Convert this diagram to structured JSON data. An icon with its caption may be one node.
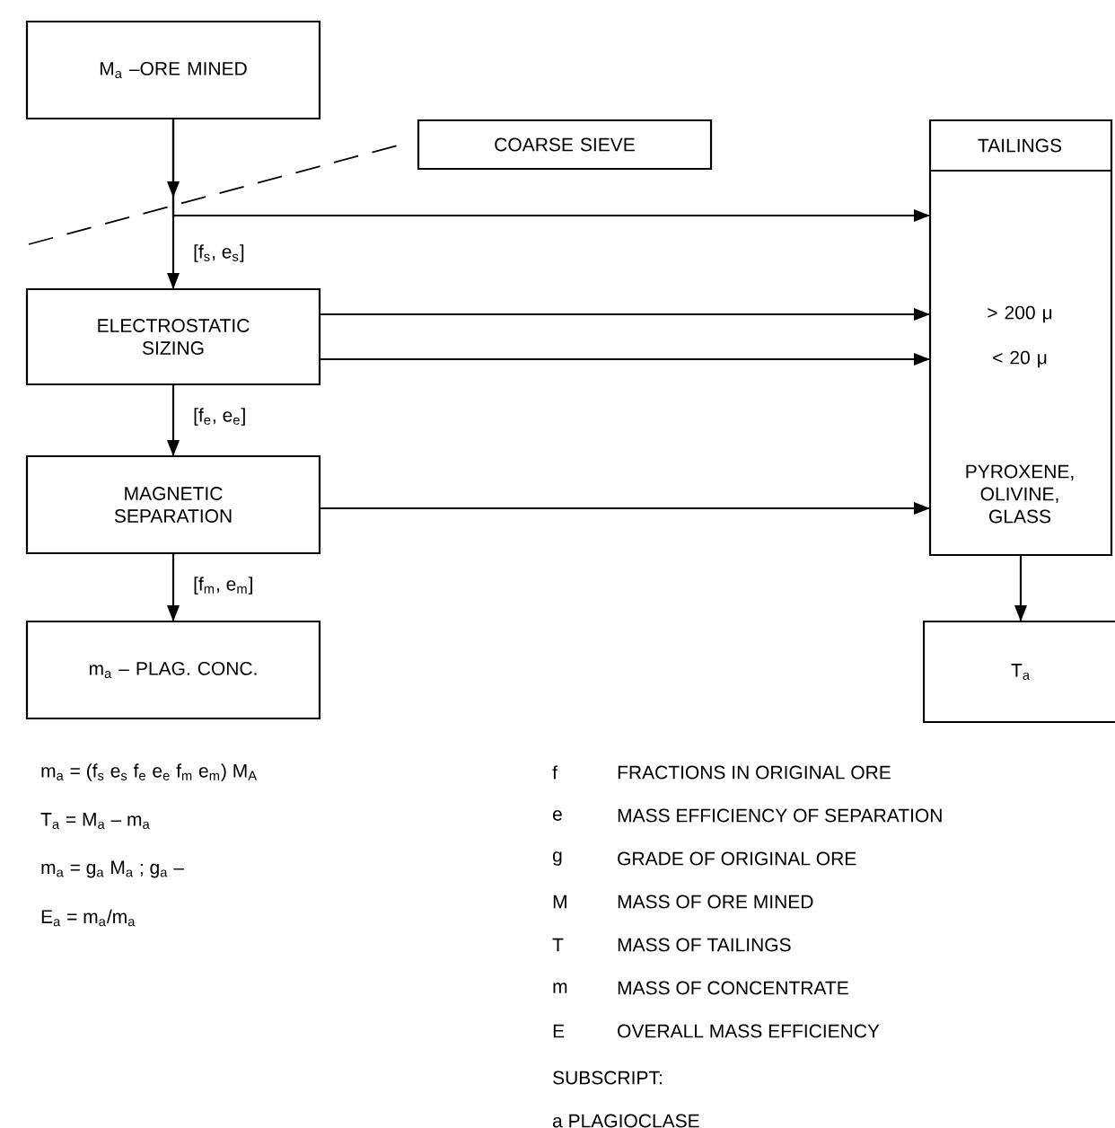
{
  "diagram": {
    "nodes": [
      {
        "text": [
          "M$_{a}$ –ORE MINED"
        ]
      },
      {
        "text": [
          "COARSE SIEVE"
        ]
      },
      {
        "text": [
          "ELECTROSTATIC SIZING"
        ]
      },
      {
        "text": [
          "MAGNETIC SEPARATION"
        ]
      },
      {
        "text": [
          "m$_{a}$ – PLAG. CONC."
        ]
      },
      {
        "text": [
          "TAILINGS",
          "> 200 μ",
          "< 20 μ",
          "PYROXENE, OLIVINE, GLASS"
        ]
      },
      {
        "text": [
          "T$_{a}$"
        ]
      }
    ],
    "edges": [
      {
        "from": 0,
        "to": 2,
        "arrow": "to",
        "label": "[f$_{s}$, e$_{s}$]"
      },
      {
        "from": 0,
        "to": 5,
        "arrow": "to"
      },
      {
        "from": 2,
        "to": 5,
        "arrow": "to"
      },
      {
        "from": 2,
        "to": 5,
        "arrow": "to"
      },
      {
        "from": 2,
        "to": 3,
        "arrow": "to",
        "label": "[f$_{e}$, e$_{e}$]"
      },
      {
        "from": 3,
        "to": 5,
        "arrow": "to"
      },
      {
        "from": 3,
        "to": 4,
        "arrow": "to",
        "label": "[f$_{m}$, e$_{m}$]"
      },
      {
        "from": 5,
        "to": 6,
        "arrow": "to"
      }
    ],
    "labels": [
      "m$_{a}$ = (f$_{s}$ e$_{s}$ f$_{e}$ e$_{e}$ f$_{m}$ e$_{m}$) M$_{A}$",
      "T$_{a}$ = M$_{a}$ – m$_{a}$",
      "m$_{a}$ = g$_{a}$ M$_{a}$ ; g$_{a}$ –",
      "E$_{a}$ = m$_{a}$/m$_{a}$",
      "f",
      "FRACTIONS IN ORIGINAL ORE",
      "e",
      "MASS EFFICIENCY OF SEPARATION",
      "g",
      "GRADE OF ORIGINAL ORE",
      "M",
      "MASS OF ORE MINED",
      "T",
      "MASS OF TAILINGS",
      "m",
      "MASS OF CONCENTRATE",
      "E",
      "OVERALL MASS EFFICIENCY",
      "SUBSCRIPT:",
      "a PLAGIOCLASE"
    ]
  }
}
